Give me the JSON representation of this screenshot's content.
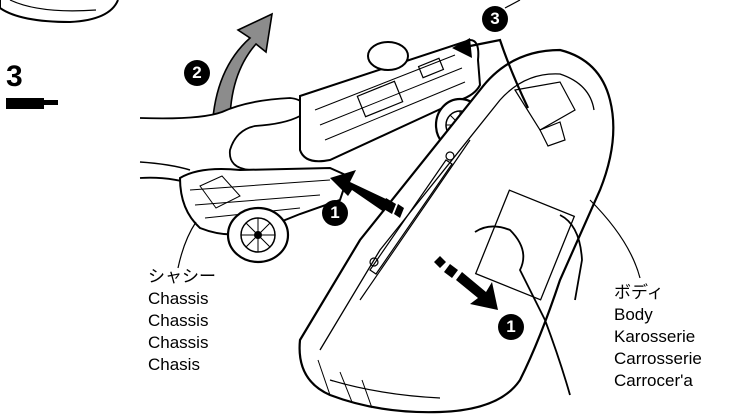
{
  "step": {
    "number": "3"
  },
  "badges": {
    "one_top": "1",
    "two": "2",
    "three": "3",
    "one_bottom": "1"
  },
  "labels": {
    "chassis": [
      "シャシー",
      "Chassis",
      "Chassis",
      "Chassis",
      "Chasis"
    ],
    "body": [
      "ボディ",
      "Body",
      "Karosserie",
      "Carrosserie",
      "Carrocer'a"
    ]
  },
  "colors": {
    "ink": "#000000",
    "arrow_gray": "#8c8c8c",
    "paper": "#ffffff"
  }
}
